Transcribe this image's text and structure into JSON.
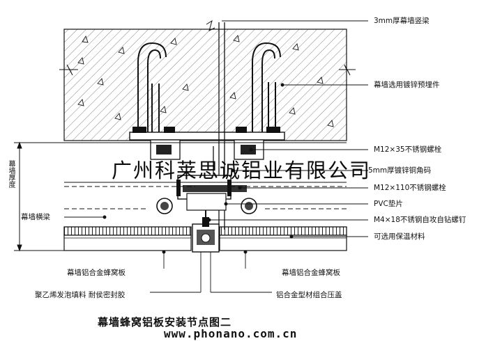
{
  "title": "幕墙蜂窝铝板安装节点图二",
  "watermark": "广州科莱思诚铝业有限公司",
  "watermark_url": "www.phonano.com.cn",
  "dimension_label": "幕墙厚度",
  "labels": {
    "top_beam": "3mm厚幕墙竖梁",
    "embed": "幕墙选用镀锌预埋件",
    "bolt_35": "M12×35不锈钢螺栓",
    "angle": "5mm厚镀锌铜角码",
    "bolt_110": "M12×110不锈钢螺栓",
    "pvc": "PVC垫片",
    "screw": "M4×18不锈钢自攻自钻螺钉",
    "insulation": "可选用保温材料",
    "crossbeam": "幕墙横梁",
    "panel_left": "幕墙铝合金蜂窝板",
    "panel_right": "幕墙铝合金蜂窝板",
    "sealant": "聚乙烯发泡填料 耐侯密封胶",
    "cover": "铝合金型材组合压盖"
  },
  "colors": {
    "line": "#111111",
    "bg": "#ffffff"
  }
}
